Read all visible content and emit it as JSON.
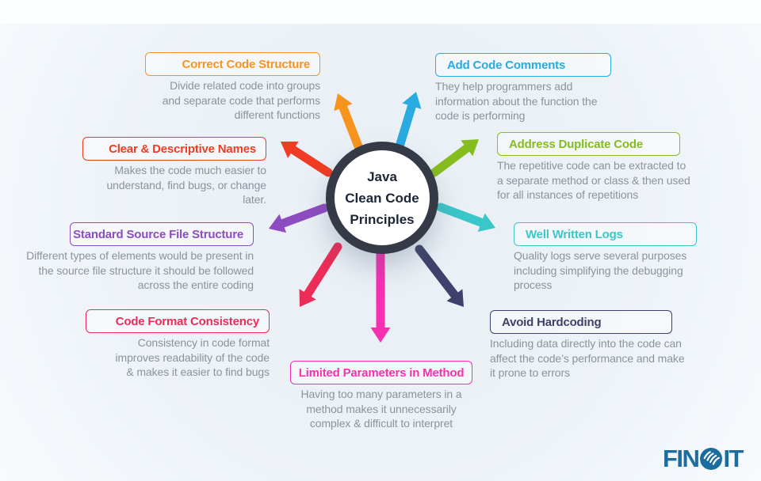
{
  "center": {
    "lines": [
      "Java",
      "Clean Code",
      "Principles"
    ],
    "ring_color": "#353a46",
    "text_color": "#1d2637"
  },
  "items": [
    {
      "title": "Correct Code Structure",
      "color": "#f7941e",
      "desc_lines": [
        "Divide related code into groups",
        "and separate code that performs",
        "different functions"
      ]
    },
    {
      "title": "Add Code Comments",
      "color": "#29abe2",
      "desc_lines": [
        "They help programmers add",
        "information about the function the",
        "code is performing"
      ]
    },
    {
      "title": "Clear & Descriptive Names",
      "color": "#ef3c22",
      "desc_lines": [
        "Makes the code much easier to",
        "understand, find bugs, or change",
        "later."
      ]
    },
    {
      "title": "Address Duplicate Code",
      "color": "#86bd1e",
      "desc_lines": [
        "The repetitive code can be extracted to",
        "a separate method or class & then used",
        "for all instances of repetitions"
      ]
    },
    {
      "title": "Standard Source File Structure",
      "color": "#8e4cc1",
      "desc_lines": [
        "Different types of elements would be present in",
        "the source file structure it should be followed",
        "across the entire coding"
      ]
    },
    {
      "title": "Well Written Logs",
      "color": "#3bc6c9",
      "desc_lines": [
        "Quality logs serve several purposes",
        "including simplifying the debugging",
        "process"
      ]
    },
    {
      "title": "Code Format Consistency",
      "color": "#eb2d57",
      "desc_lines": [
        "Consistency in code format",
        "improves readability of the code",
        "& makes it easier to find bugs"
      ]
    },
    {
      "title": "Avoid Hardcoding",
      "color": "#3e4169",
      "desc_lines": [
        "Including data directly into the code can",
        "affect the code’s performance and make",
        "it prone to errors"
      ]
    },
    {
      "title": "Limited Parameters in Method",
      "color": "#f72fb0",
      "desc_lines": [
        "Having too many parameters in a",
        "method makes it unnecessarily",
        "complex & difficult to interpret"
      ]
    }
  ],
  "logo": {
    "prefix": "FIN",
    "suffix": "IT",
    "color": "#1a6d9e",
    "icon": "finoit-hand-circle-icon"
  },
  "colors": {
    "background": "#edf2f7",
    "top_strip": "#fcfeff",
    "description_text": "#8d939d"
  }
}
